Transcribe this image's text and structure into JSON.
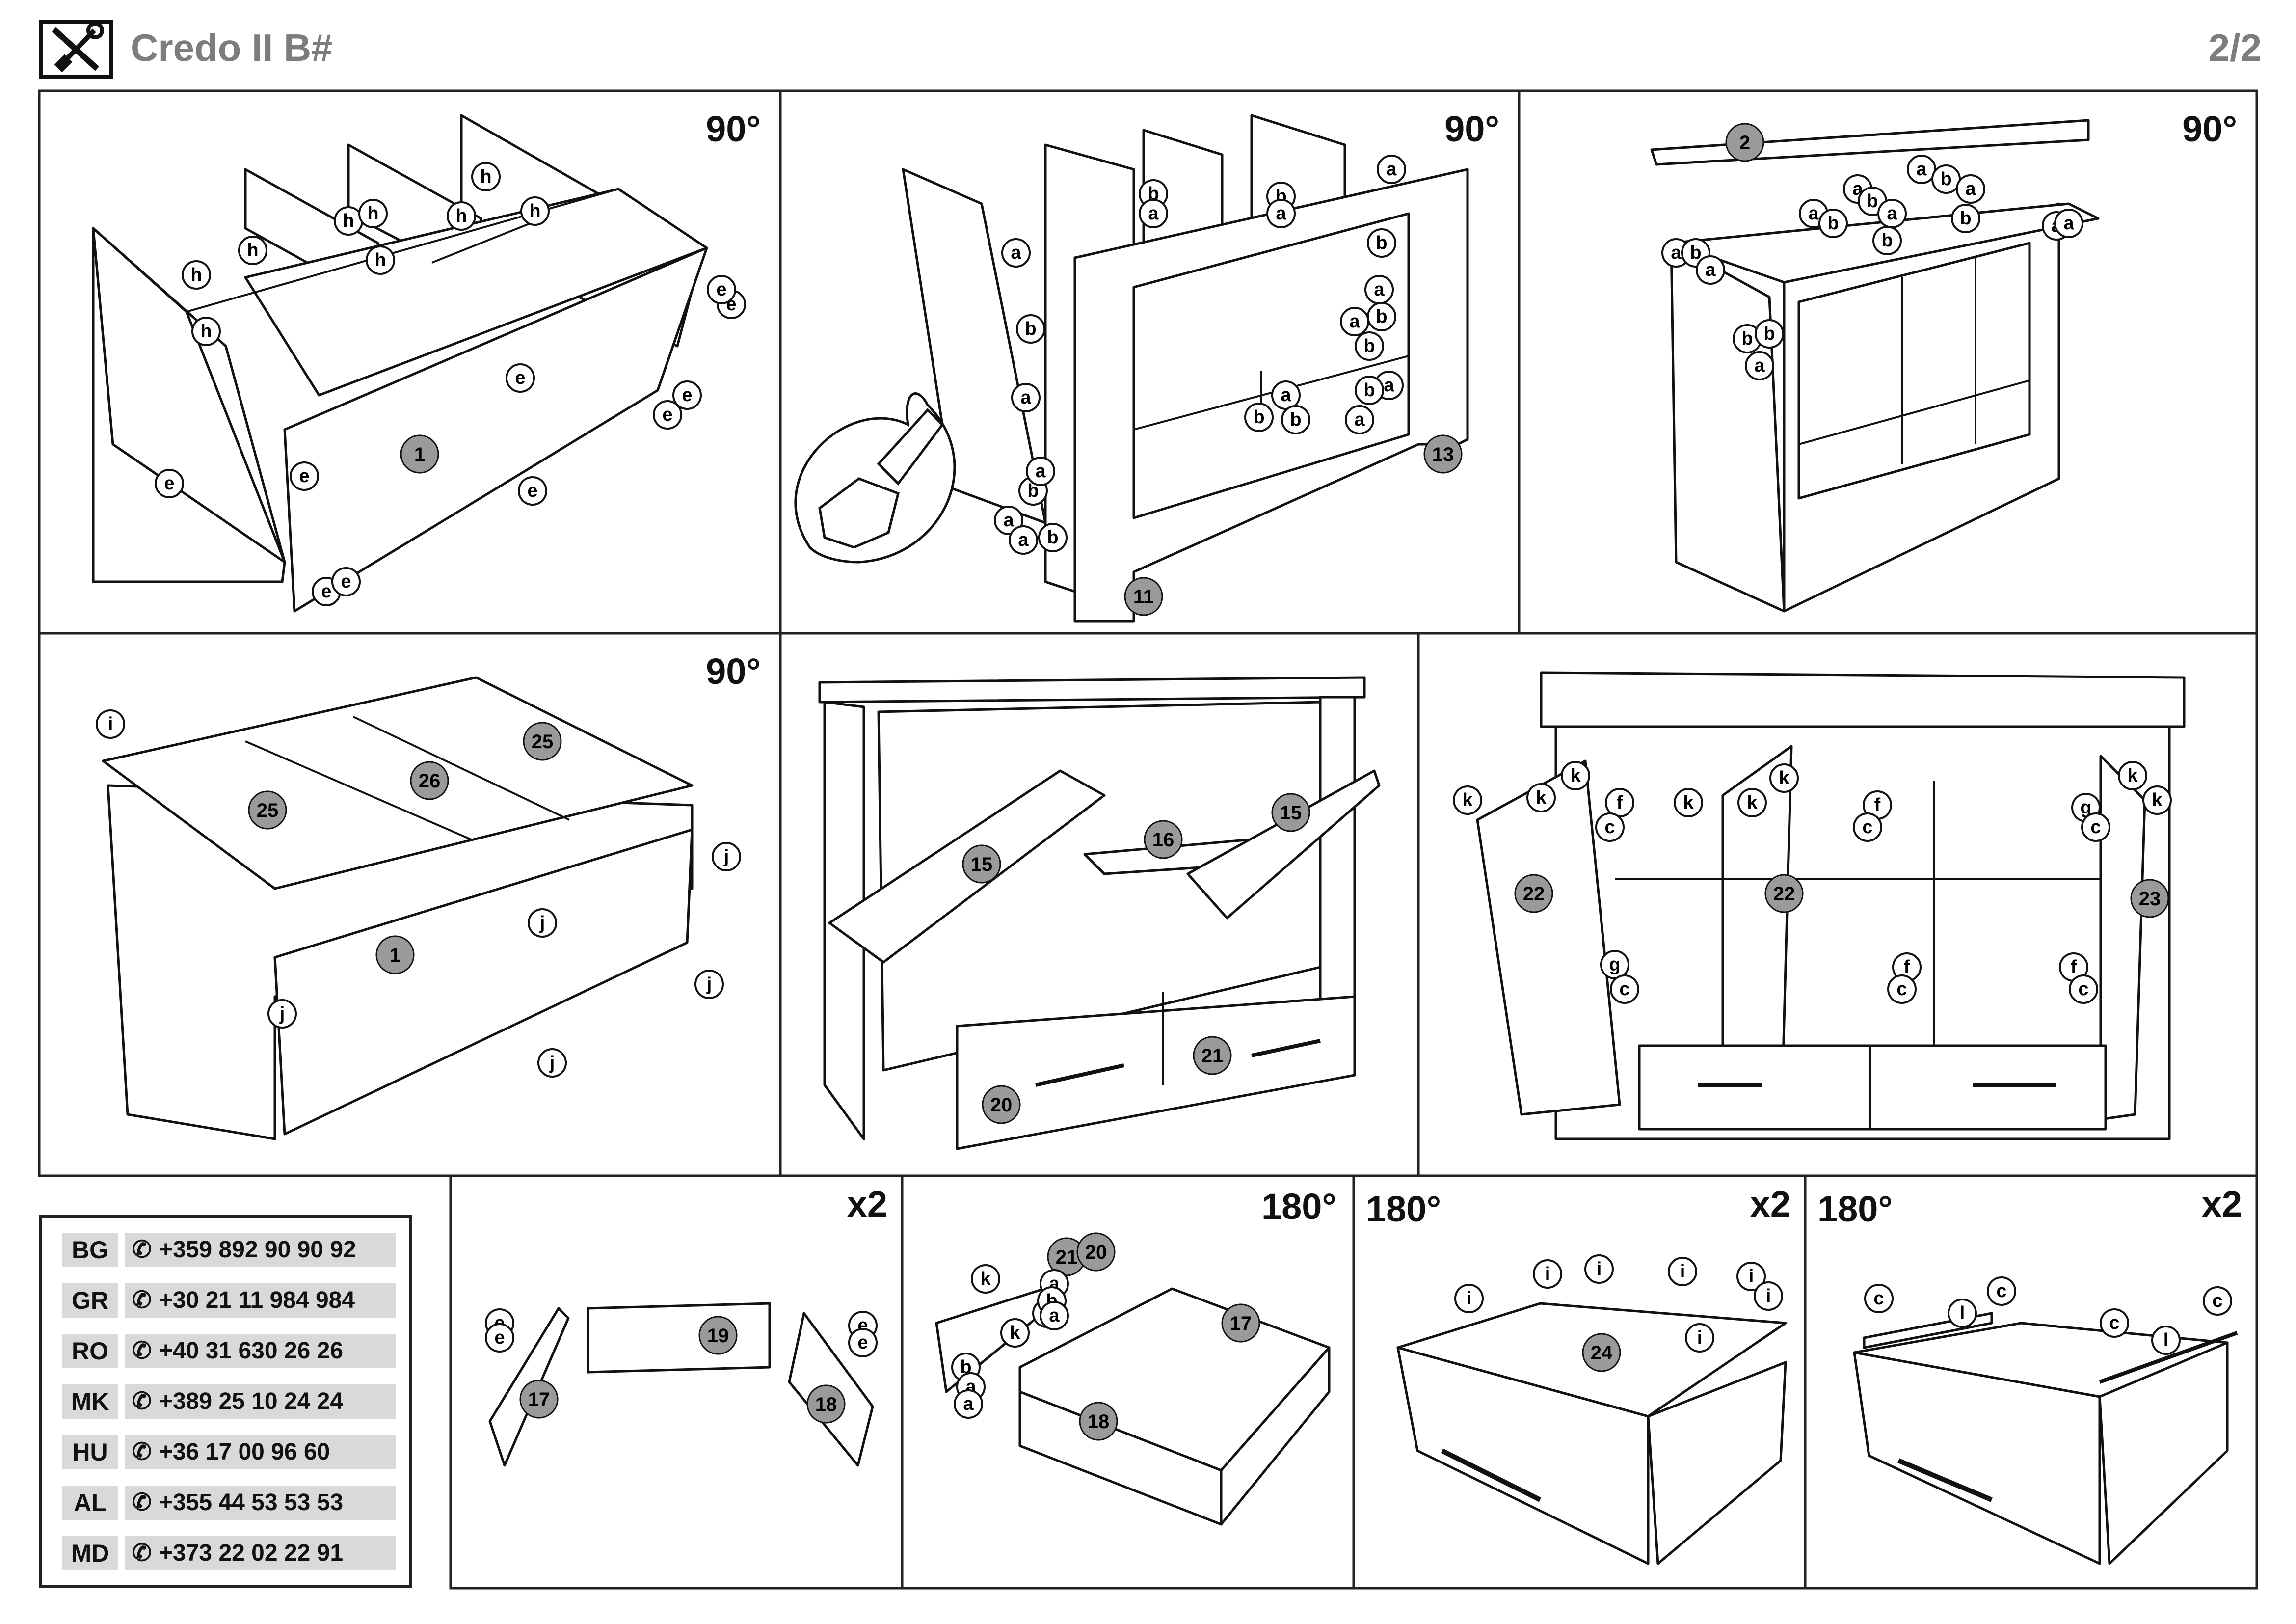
{
  "header": {
    "title": "Credo II B#",
    "page": "2/2",
    "icon": "tools-icon"
  },
  "panels": [
    {
      "id": "step1",
      "rotation": "90°",
      "parts": [
        "1"
      ],
      "labels": [
        "h",
        "h",
        "h",
        "h",
        "h",
        "h",
        "h",
        "h",
        "h",
        "e",
        "e",
        "e",
        "e",
        "e",
        "e",
        "e",
        "e",
        "e",
        "e"
      ]
    },
    {
      "id": "step2",
      "rotation": "90°",
      "parts": [
        "11",
        "13"
      ],
      "labels": [
        "a",
        "b",
        "a",
        "b",
        "a",
        "b",
        "a",
        "a",
        "b",
        "a",
        "b",
        "a",
        "b",
        "a",
        "b",
        "a",
        "b",
        "a",
        "b",
        "b",
        "a",
        "a",
        "b",
        "a"
      ]
    },
    {
      "id": "step3",
      "rotation": "90°",
      "parts": [
        "2"
      ],
      "labels": [
        "a",
        "b",
        "a",
        "a",
        "b",
        "a",
        "b",
        "a",
        "b",
        "a",
        "b",
        "a",
        "b",
        "a",
        "a",
        "b",
        "b",
        "a"
      ]
    },
    {
      "id": "step4",
      "rotation": "90°",
      "parts": [
        "25",
        "26",
        "25",
        "1"
      ],
      "labels": [
        "i",
        "j",
        "j",
        "j",
        "j",
        "j"
      ]
    },
    {
      "id": "step5",
      "parts": [
        "15",
        "16",
        "15",
        "20",
        "21"
      ]
    },
    {
      "id": "step6",
      "parts": [
        "22",
        "22",
        "23"
      ],
      "labels": [
        "k",
        "k",
        "k",
        "k",
        "k",
        "k",
        "k",
        "k",
        "f",
        "c",
        "f",
        "c",
        "g",
        "c",
        "g",
        "c",
        "f",
        "c",
        "f",
        "c"
      ]
    },
    {
      "id": "drawer1",
      "multiplier": "x2",
      "parts": [
        "19",
        "17",
        "18"
      ],
      "labels": [
        "e",
        "e",
        "e",
        "e"
      ]
    },
    {
      "id": "drawer2",
      "rotation": "180°",
      "parts": [
        "21",
        "20",
        "17",
        "18"
      ],
      "labels": [
        "k",
        "k",
        "k",
        "a",
        "b",
        "a",
        "a",
        "b",
        "a"
      ]
    },
    {
      "id": "drawer3",
      "rotation": "180°",
      "multiplier": "x2",
      "parts": [
        "24"
      ],
      "labels": [
        "i",
        "i",
        "i",
        "i",
        "i",
        "i",
        "i"
      ]
    },
    {
      "id": "drawer4",
      "rotation": "180°",
      "multiplier": "x2",
      "labels": [
        "c",
        "c",
        "c",
        "c",
        "l",
        "l"
      ]
    }
  ],
  "contacts": [
    {
      "code": "BG",
      "phone": "+359 892 90 90 92"
    },
    {
      "code": "GR",
      "phone": "+30 21 11 984 984"
    },
    {
      "code": "RO",
      "phone": "+40 31 630 26 26"
    },
    {
      "code": "MK",
      "phone": "+389 25 10 24 24"
    },
    {
      "code": "HU",
      "phone": "+36 17 00 96 60"
    },
    {
      "code": "AL",
      "phone": "+355 44 53 53 53"
    },
    {
      "code": "MD",
      "phone": "+373 22 02 22 91"
    }
  ],
  "colors": {
    "part_badge": "#9a9a9a",
    "contact_bg": "#d9d9d9",
    "title_gray": "#7d7d7d"
  }
}
